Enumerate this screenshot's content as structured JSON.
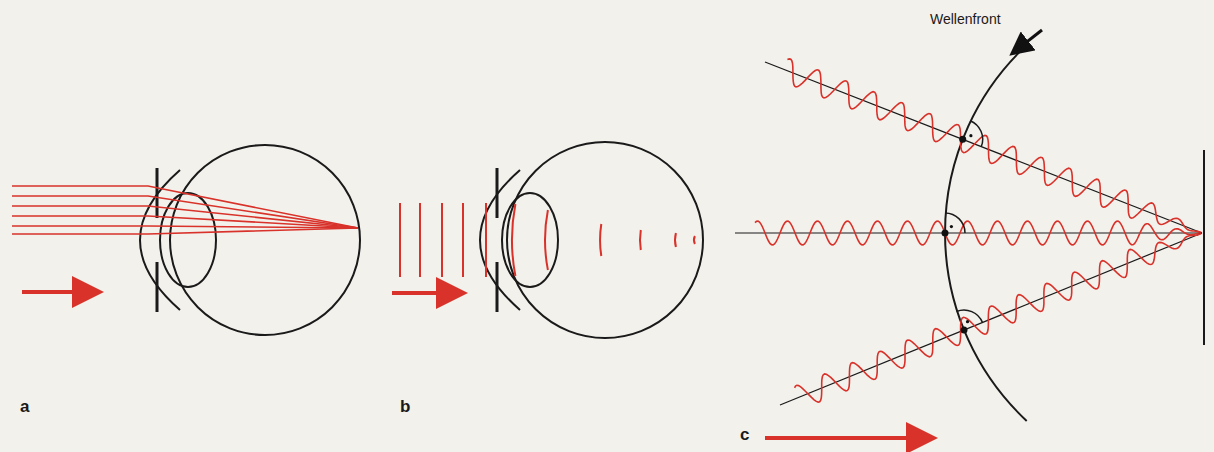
{
  "diagram": {
    "labels": [
      "a",
      "b",
      "Wellenfront",
      "c"
    ]
  }
}
